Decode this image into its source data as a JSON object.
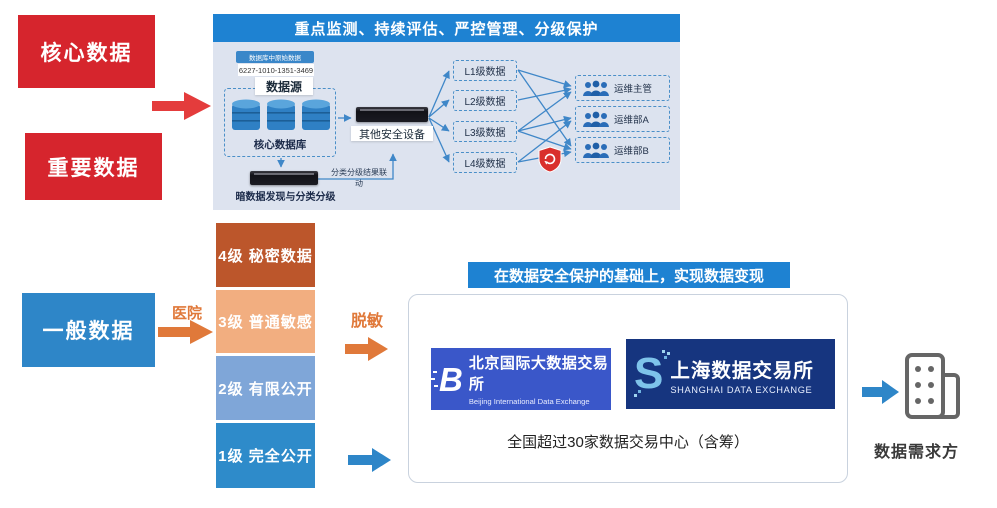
{
  "left_flow": {
    "core_data": "核心数据",
    "important_data": "重要数据",
    "general_data": "一般数据",
    "hospital_label": "医院",
    "desensitize_label": "脱敏"
  },
  "monitor_panel": {
    "title": "重点监测、持续评估、严控管理、分级保护",
    "raw_data_tag": "数据库中原始数据",
    "card_number": "6227-1010-1351-3469",
    "data_source_label": "数据源",
    "core_db_label": "核心数据库",
    "security_device_label": "其他安全设备",
    "dark_data_label": "暗数据发现与分类分级",
    "linkage_label": "分类分级结果联动",
    "levels": [
      {
        "label": "L1级数据"
      },
      {
        "label": "L2级数据"
      },
      {
        "label": "L3级数据"
      },
      {
        "label": "L4级数据"
      }
    ],
    "ops": [
      {
        "label": "运维主管"
      },
      {
        "label": "运维部A"
      },
      {
        "label": "运维部B"
      }
    ]
  },
  "classification_levels": [
    {
      "label": "4级 秘密数据",
      "color": "#bc562b"
    },
    {
      "label": "3级 普通敏感",
      "color": "#f2ae80"
    },
    {
      "label": "2级 有限公开",
      "color": "#7fa6d8"
    },
    {
      "label": "1级 完全公开",
      "color": "#2e8bca"
    }
  ],
  "monetization": {
    "title": "在数据安全保护的基础上，实现数据变现",
    "beijing_exchange": {
      "cn": "北京国际大数据交易所",
      "en": "Beijing International Data Exchange",
      "mark": "B"
    },
    "shanghai_exchange": {
      "cn": "上海数据交易所",
      "en": "SHANGHAI DATA EXCHANGE",
      "mark": "S"
    },
    "caption": "全国超过30家数据交易中心（含筹）"
  },
  "demand_side": {
    "label": "数据需求方"
  },
  "colors": {
    "red": "#d6252d",
    "red_arrow": "#e43c3c",
    "blue": "#2e86c8",
    "panel_header": "#1e82d2",
    "panel_bg": "#dde3ef",
    "line_blue": "#3f87c8",
    "orange": "#e0793a",
    "beijing_bg": "#3a57c9",
    "shanghai_bg": "#16357f",
    "shield_red": "#d9302c"
  }
}
